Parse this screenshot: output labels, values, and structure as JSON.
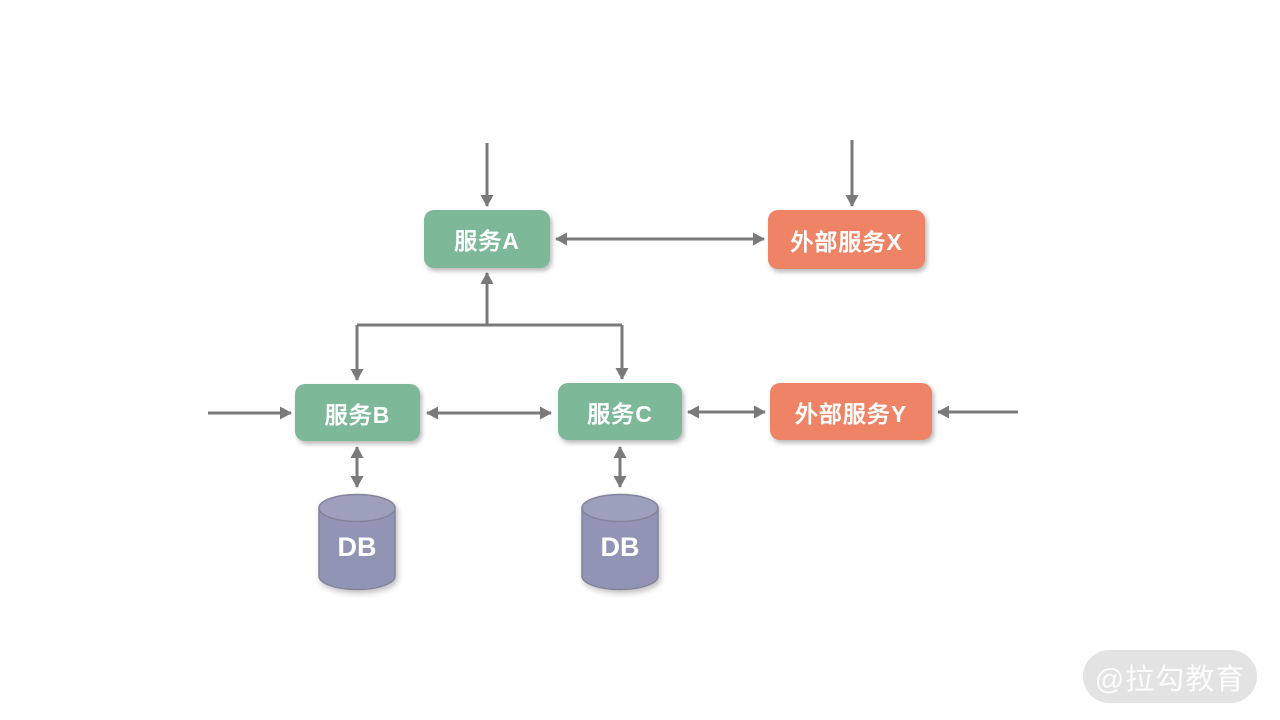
{
  "diagram": {
    "nodes": [
      {
        "id": "service-a",
        "label": "服务A",
        "type": "service"
      },
      {
        "id": "external-service-x",
        "label": "外部服务X",
        "type": "external-service"
      },
      {
        "id": "service-b",
        "label": "服务B",
        "type": "service"
      },
      {
        "id": "service-c",
        "label": "服务C",
        "type": "service"
      },
      {
        "id": "external-service-y",
        "label": "外部服务Y",
        "type": "external-service"
      },
      {
        "id": "db-left",
        "label": "DB",
        "type": "database"
      },
      {
        "id": "db-right",
        "label": "DB",
        "type": "database"
      }
    ],
    "edges": [
      {
        "from": "inbound-top",
        "to": "service-a",
        "direction": "in"
      },
      {
        "from": "inbound-top",
        "to": "external-service-x",
        "direction": "in"
      },
      {
        "from": "service-a",
        "to": "external-service-x",
        "direction": "both"
      },
      {
        "from": "service-a",
        "to": "service-b",
        "direction": "both"
      },
      {
        "from": "service-a",
        "to": "service-c",
        "direction": "both"
      },
      {
        "from": "inbound-left",
        "to": "service-b",
        "direction": "in"
      },
      {
        "from": "service-b",
        "to": "service-c",
        "direction": "both"
      },
      {
        "from": "service-c",
        "to": "external-service-y",
        "direction": "both"
      },
      {
        "from": "inbound-right",
        "to": "external-service-y",
        "direction": "in"
      },
      {
        "from": "service-b",
        "to": "db-left",
        "direction": "both"
      },
      {
        "from": "service-c",
        "to": "db-right",
        "direction": "both"
      }
    ],
    "colors": {
      "service": "#7db899",
      "external_service": "#ee8365",
      "database": "#9396b6",
      "arrow": "#7a7a7a"
    }
  },
  "watermark": {
    "text": "@拉勾教育"
  }
}
